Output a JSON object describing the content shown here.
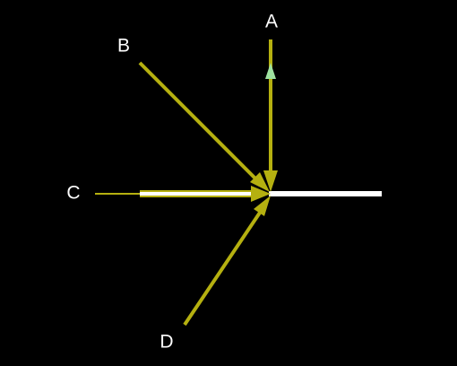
{
  "labels": {
    "a": "A",
    "b": "B",
    "c": "C",
    "d": "D"
  },
  "colors": {
    "background": "#000000",
    "ray": "#b5b010",
    "surface": "#ffffff",
    "upward_arrow": "#9fe2a0",
    "label": "#ffffff"
  }
}
